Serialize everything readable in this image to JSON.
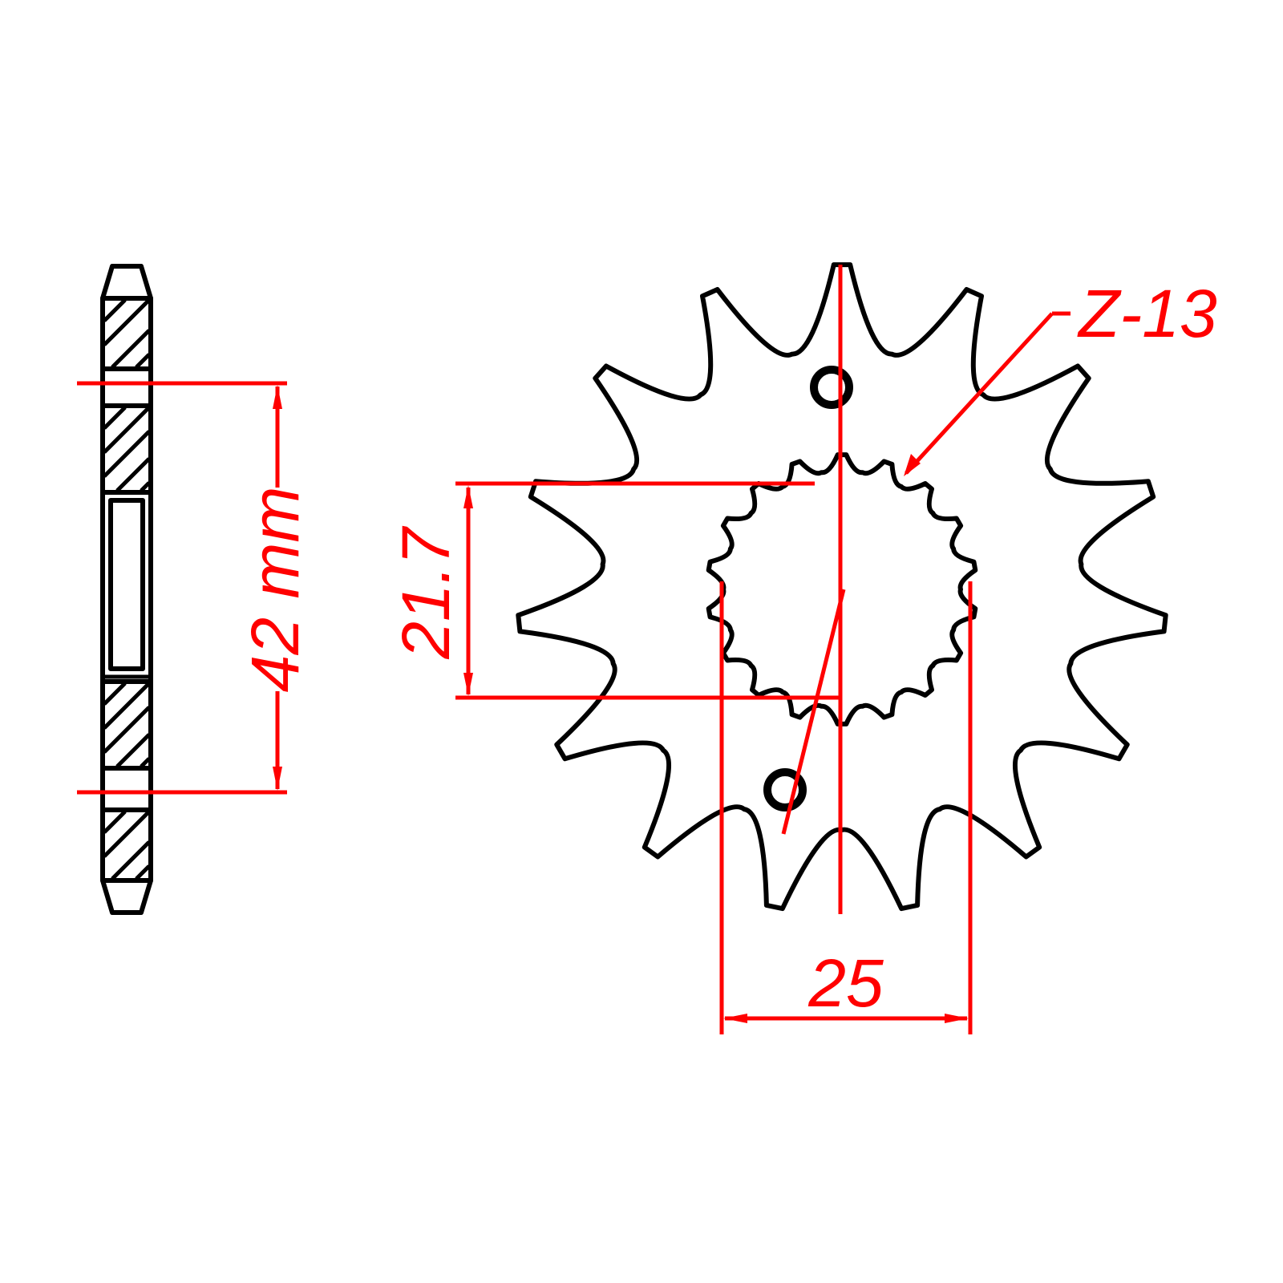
{
  "drawing": {
    "title": "Front sprocket technical drawing",
    "colors": {
      "outline": "#000000",
      "dimension": "#ff0000",
      "background": "#ffffff"
    },
    "side_view": {
      "label": "side-section-view",
      "dimension_label": "42 mm",
      "dimension_value_mm": 42
    },
    "front_view": {
      "label": "front-view",
      "tooth_label": "Z-13",
      "outer_teeth": 15,
      "spline_teeth": 18,
      "bolt_holes": 2
    },
    "dimensions": {
      "spline_height": "21.7",
      "bolt_spacing": "25",
      "pitch_diameter": "42 mm",
      "tooth_count": "Z-13"
    }
  }
}
